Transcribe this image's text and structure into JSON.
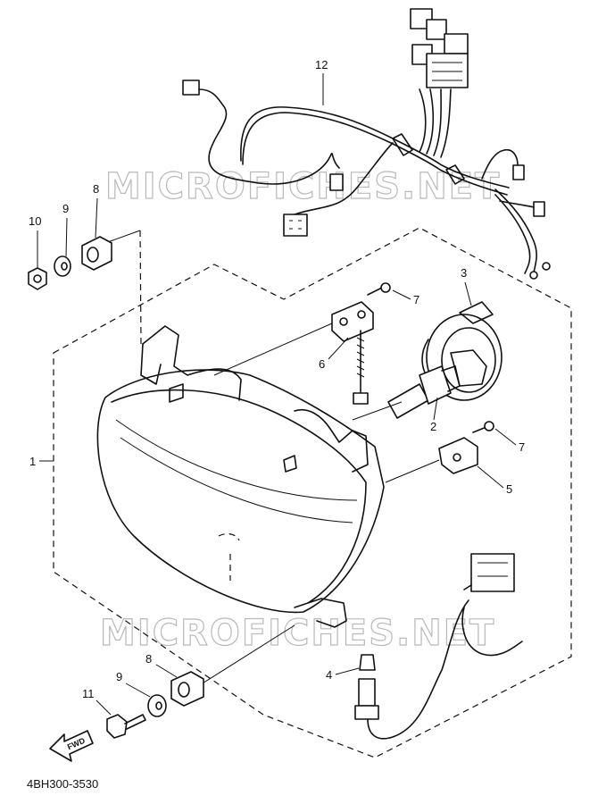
{
  "watermarks": [
    "MICROFICHES.NET",
    "MICROFICHES.NET"
  ],
  "callouts": [
    {
      "id": "1",
      "text": "1"
    },
    {
      "id": "2",
      "text": "2"
    },
    {
      "id": "3",
      "text": "3"
    },
    {
      "id": "4",
      "text": "4"
    },
    {
      "id": "5",
      "text": "5"
    },
    {
      "id": "6",
      "text": "6"
    },
    {
      "id": "7a",
      "text": "7"
    },
    {
      "id": "7b",
      "text": "7"
    },
    {
      "id": "8a",
      "text": "8"
    },
    {
      "id": "8b",
      "text": "8"
    },
    {
      "id": "9a",
      "text": "9"
    },
    {
      "id": "9b",
      "text": "9"
    },
    {
      "id": "10",
      "text": "10"
    },
    {
      "id": "11",
      "text": "11"
    },
    {
      "id": "12",
      "text": "12"
    }
  ],
  "fwd_label": "FWD",
  "diagram_code": "4BH300-3530"
}
